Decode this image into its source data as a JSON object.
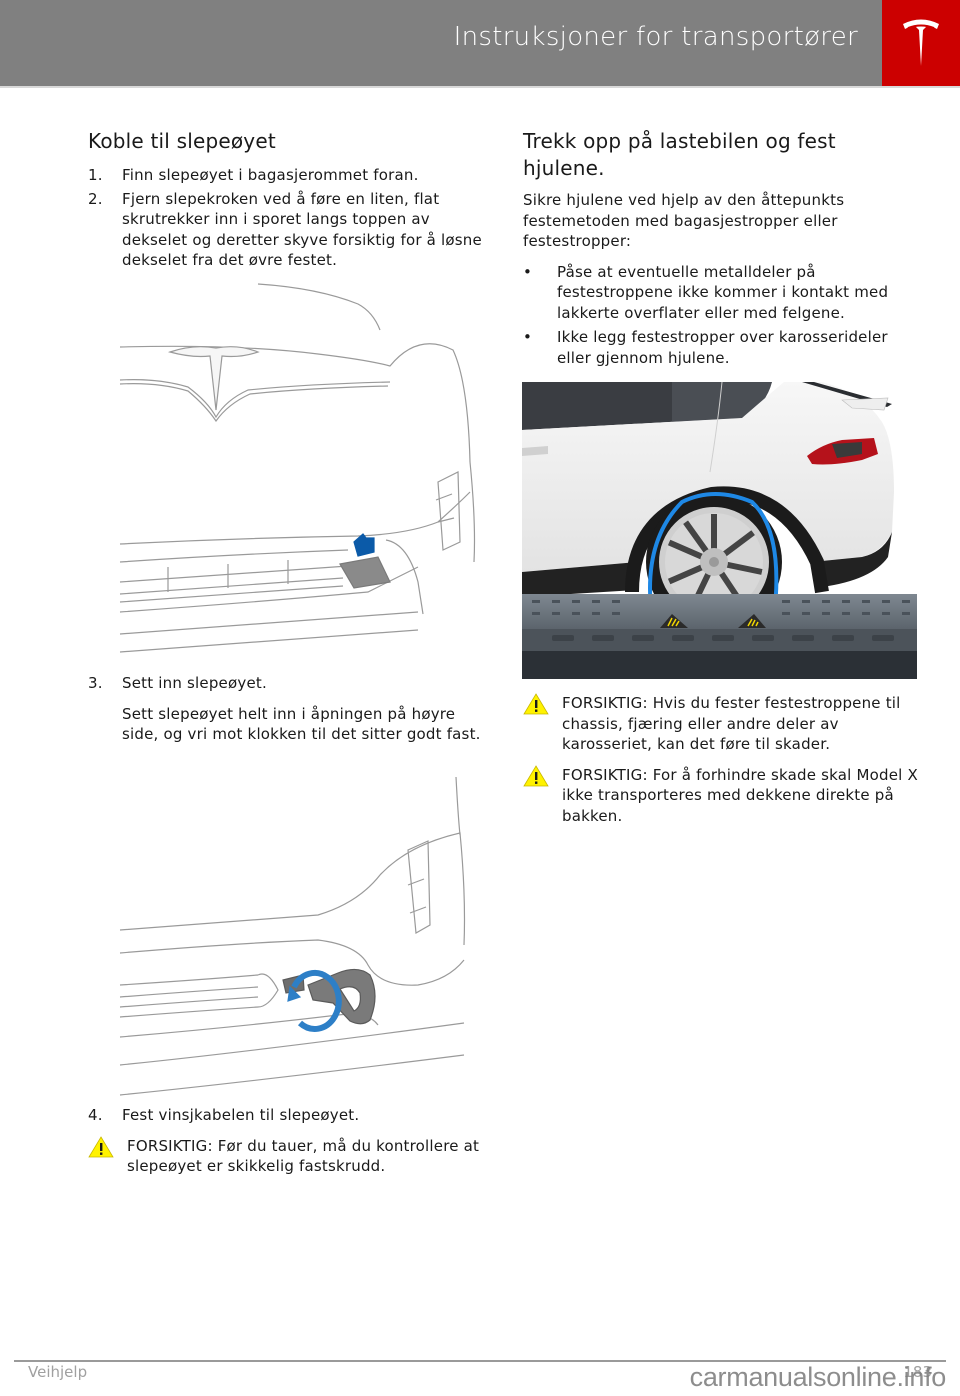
{
  "header": {
    "title": "Instruksjoner for transportører",
    "logo_icon": "tesla-logo-icon",
    "bar_color": "#808080",
    "logo_color": "#cc0000"
  },
  "left": {
    "heading": "Koble til slepeøyet",
    "steps": [
      {
        "num": "1.",
        "text": "Finn slepeøyet i bagasjerommet foran."
      },
      {
        "num": "2.",
        "text": "Fjern slepekroken ved å føre en liten, flat skrutrekker inn i sporet langs toppen av dekselet og deretter skyve forsiktig for å løsne dekselet fra det øvre festet."
      },
      {
        "num": "3.",
        "text": "Sett inn slepeøyet.",
        "detail": "Sett slepeøyet helt inn i åpningen på høyre side, og vri mot klokken til det sitter godt fast."
      },
      {
        "num": "4.",
        "text": "Fest vinsjkabelen til slepeøyet."
      }
    ],
    "warning": "FORSIKTIG: Før du tauer, må du kontrollere at slepeøyet er skikkelig fastskrudd.",
    "figures": [
      {
        "name": "front-cover-removal-illustration",
        "arrow_color": "#0b5aa8"
      },
      {
        "name": "tow-eye-insertion-illustration",
        "arrow_color": "#2d7fc7"
      }
    ]
  },
  "right": {
    "heading": "Trekk opp på lastebilen og fest hjulene.",
    "intro": "Sikre hjulene ved hjelp av den åttepunkts festemetoden med bagasjestropper eller festestropper:",
    "bullets": [
      "Påse at eventuelle metalldeler på festestroppene ikke kommer i kontakt med lakkerte overflater eller med felgene.",
      "Ikke legg festestropper over karosserideler eller gjennom hjulene."
    ],
    "figure": {
      "name": "wheel-strap-illustration",
      "strap_color": "#1e88e5"
    },
    "warnings": [
      "FORSIKTIG: Hvis du fester festestroppene til chassis, fjæring eller andre deler av karosseriet, kan det føre til skader.",
      "FORSIKTIG: For å forhindre skade skal Model X ikke transporteres med dekkene direkte på bakken."
    ]
  },
  "footer": {
    "section": "Veihjelp",
    "page": "183",
    "watermark": "carmanualsonline.info"
  }
}
